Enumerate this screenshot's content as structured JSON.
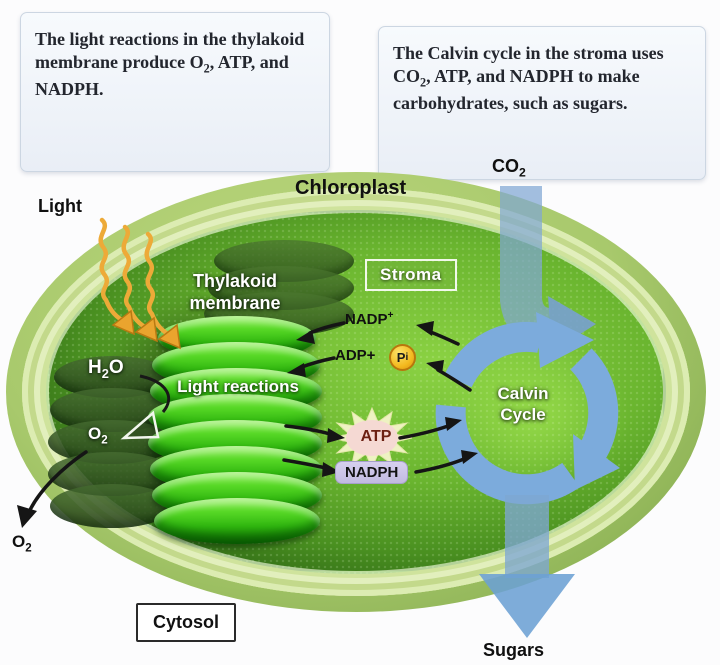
{
  "info_boxes": {
    "left": {
      "part1": "The light reactions in the thylakoid membrane produce O",
      "sub": "2",
      "part2": ", ATP, and NADPH."
    },
    "right": {
      "part1": "The Calvin cycle in the stroma uses CO",
      "sub": "2",
      "part2": ", ATP, and NADPH to make carbohydrates, such as sugars."
    }
  },
  "labels": {
    "chloroplast": "Chloroplast",
    "light": "Light",
    "co2": {
      "base": "CO",
      "sub": "2"
    },
    "stroma": "Stroma",
    "thylakoid_membrane": "Thylakoid membrane",
    "h2o": {
      "pre": "H",
      "sub": "2",
      "post": "O"
    },
    "light_reactions": "Light reactions",
    "o2_inner": {
      "base": "O",
      "sub": "2"
    },
    "o2_outer": {
      "base": "O",
      "sub": "2"
    },
    "nadp": {
      "base": "NADP",
      "sup": "+"
    },
    "adp": "ADP+",
    "pi": {
      "base": "P",
      "sub": "i"
    },
    "atp": "ATP",
    "nadph": "NADPH",
    "calvin": "Calvin Cycle",
    "sugars": "Sugars",
    "cytosol": "Cytosol"
  },
  "palette": {
    "flow_arrow_blue": "#7cabdc",
    "membrane_outer_green": "#bcd77e",
    "stroma_green": "#6ab52f",
    "thylakoid_green": "#3fc516",
    "light_wave_orange": "#edaa38",
    "atp_starburst_pink": "#f5d9d3",
    "nadph_pill_lavender": "#c9c2e4",
    "pi_circle_yellow": "#f3b91e",
    "caption_box_bg": "#eff3f9"
  }
}
